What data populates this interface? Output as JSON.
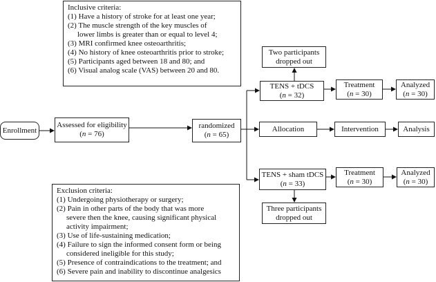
{
  "inclusion": {
    "title": "Inclusive criteria:",
    "items": [
      "(1) Have a history of stroke for at least one year;",
      "(2) The muscle strength of the key muscles of",
      "lower limbs is greater than or equal to level 4;",
      "(3) MRI confirmed knee osteoarthritis;",
      "(4) No history of knee osteoarthritis prior to stroke;",
      "(5) Participants aged between 18 and 80; and",
      "(6) Visual analog scale (VAS) between 20 and 80."
    ]
  },
  "exclusion": {
    "title": "Exclusion criteria:",
    "items": [
      "(1) Undergoing physiotherapy or surgery;",
      "(2) Pain in other parts of the body that was more",
      "severe then the knee, causing significant physical",
      "activity impairment;",
      "(3) Use of life-sustaining medication;",
      "(4) Failure to sign the informed consent form or being",
      "considered ineligible for this study;",
      "(5) Presence of contraindications to the treatment; and",
      "(6) Severe pain and inability to discontinue analgesics"
    ]
  },
  "enrollment": "Enrollment",
  "assessed": {
    "label": "Assessed for eligibility",
    "n": "76"
  },
  "randomized": {
    "label": "randomized",
    "n": "65"
  },
  "allocation_row": {
    "allocation": "Allocation",
    "intervention": "Intervention",
    "analysis": "Analysis"
  },
  "group1": {
    "arm": "TENS + tDCS",
    "n_arm": "32",
    "dropout": [
      "Two participants",
      "dropped out"
    ],
    "treatment": "Treatment",
    "n_treatment": "30",
    "analyzed": "Analyzed",
    "n_analyzed": "30"
  },
  "group2": {
    "arm": "TENS + sham tDCS",
    "n_arm": "33",
    "dropout": [
      "Three participants",
      "dropped out"
    ],
    "treatment": "Treatment",
    "n_treatment": "30)",
    "analyzed": "Analyzed",
    "n_analyzed": "30"
  },
  "n_prefix": "n"
}
